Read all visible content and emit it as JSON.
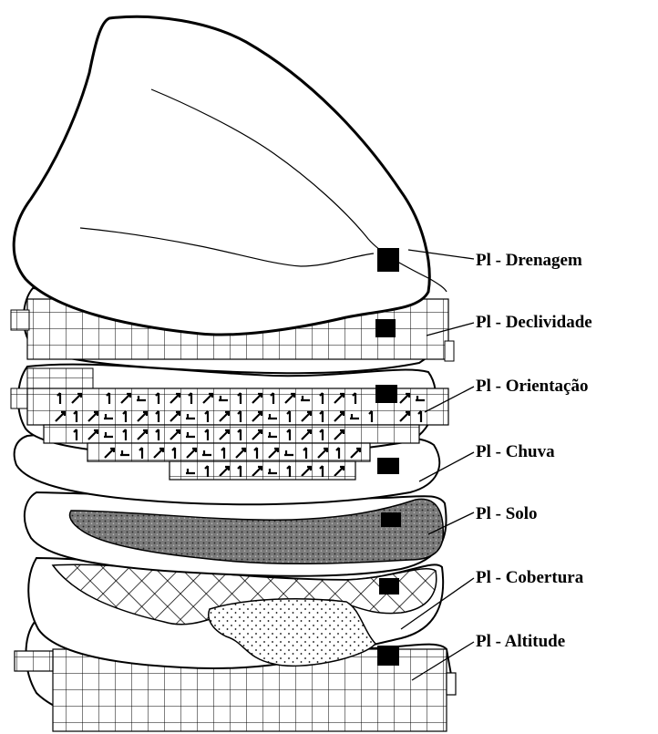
{
  "diagram": {
    "layers": [
      {
        "id": "drenagem",
        "label": "Pl - Drenagem",
        "pattern": "none"
      },
      {
        "id": "declividade",
        "label": "Pl - Declividade",
        "pattern": "grid"
      },
      {
        "id": "orientacao",
        "label": "Pl - Orientação",
        "pattern": "grid-arrows"
      },
      {
        "id": "chuva",
        "label": "Pl - Chuva",
        "pattern": "grid"
      },
      {
        "id": "solo",
        "label": "Pl - Solo",
        "pattern": "stipple-dark"
      },
      {
        "id": "cobertura",
        "label": "Pl - Cobertura",
        "pattern": "crosshatch-dots"
      },
      {
        "id": "altitude",
        "label": "Pl - Altitude",
        "pattern": "grid"
      }
    ],
    "colors": {
      "ink": "#000000",
      "paper": "#ffffff",
      "solo_fill": "#777777"
    }
  }
}
